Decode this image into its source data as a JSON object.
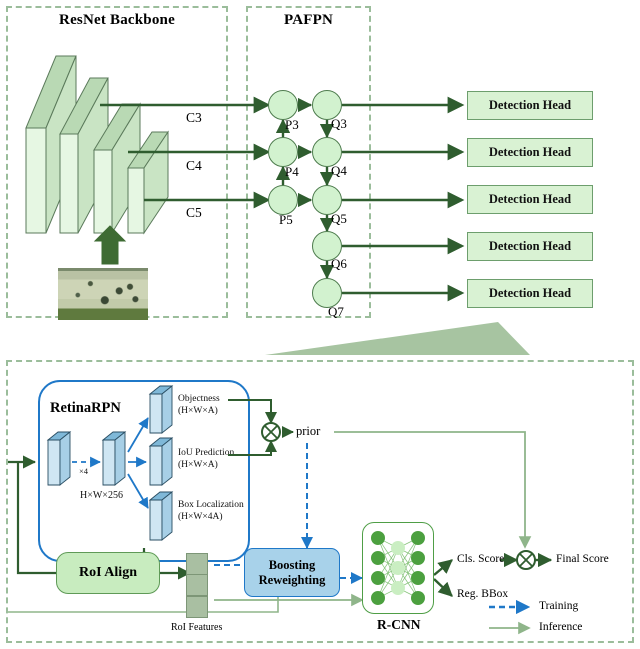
{
  "panels": {
    "backbone": {
      "title": "ResNet Backbone"
    },
    "pafpn": {
      "title": "PAFPN"
    },
    "bottom": {
      "title": ""
    }
  },
  "backbone": {
    "stage_labels": [
      "C3",
      "C4",
      "C5"
    ],
    "input_image_alt": "input-aerial-photo"
  },
  "pafpn": {
    "p_labels": [
      "P3",
      "P4",
      "P5"
    ],
    "q_labels": [
      "Q3",
      "Q4",
      "Q5",
      "Q6",
      "Q7"
    ]
  },
  "detection_heads": [
    {
      "label": "Detection Head"
    },
    {
      "label": "Detection Head"
    },
    {
      "label": "Detection Head"
    },
    {
      "label": "Detection Head"
    },
    {
      "label": "Detection Head"
    }
  ],
  "rpn": {
    "title": "RetinaRPN",
    "repeat_label": "×4",
    "feature_dim_label": "H×W×256",
    "branches": [
      {
        "name": "Objectness",
        "shape": "(H×W×A)"
      },
      {
        "name": "IoU Prediction",
        "shape": "(H×W×A)"
      },
      {
        "name": "Box Localization",
        "shape": "(H×W×4A)"
      }
    ]
  },
  "prior": {
    "label": "prior",
    "operator": "⊗"
  },
  "roi": {
    "align_label": "RoI Align",
    "features_label": "RoI Features"
  },
  "boosting": {
    "line1": "Boosting",
    "line2": "Reweighting"
  },
  "rcnn": {
    "label": "R-CNN"
  },
  "outputs": {
    "cls_score": "Cls. Score",
    "reg_bbox": "Reg. BBox",
    "final_score": "Final Score",
    "operator": "⊗"
  },
  "legend": [
    {
      "label": "Training",
      "style": "dashed",
      "color": "#1f78c8"
    },
    {
      "label": "Inference",
      "style": "solid",
      "color": "#8fb58a"
    }
  ],
  "colors": {
    "panel_border": "#9bbd9b",
    "flow_green": "#2f5d2f",
    "node_fill": "#d2f2cf",
    "node_stroke": "#4e7c4e",
    "head_fill": "#d9f2d3",
    "head_stroke": "#6d9e6d",
    "slab_face": "#dff2dd",
    "slab_top": "#b9d9b4",
    "rpn_blue": "#1f78c8",
    "rpn_slab_face": "#bcdcee",
    "rpn_slab_top": "#7fb8d8",
    "roi_fill": "#c8ecbf",
    "boost_fill": "#a8d2ea",
    "wedge": "#a7c4a1",
    "rcnn_node_dark": "#4ca03f",
    "rcnn_node_light": "#caeec2",
    "inference_green": "#8fb58a"
  }
}
